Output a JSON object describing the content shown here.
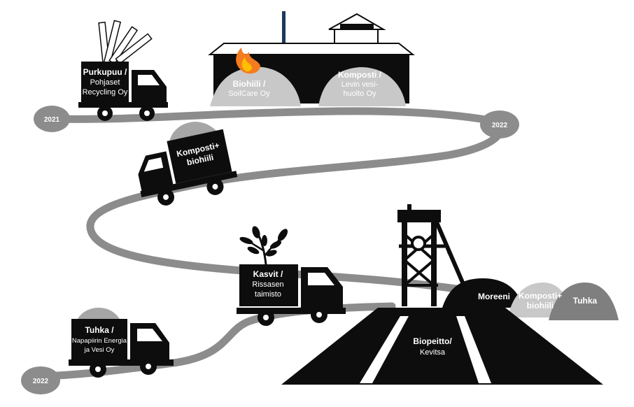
{
  "years": {
    "start": "2021",
    "turn": "2022",
    "end": "2022"
  },
  "stations": {
    "truck1": {
      "line1": "Purkupuu /",
      "line2": "Pohjaset",
      "line3": "Recycling Oy"
    },
    "building_left": {
      "line1": "Biohiili /",
      "line2": "SoilCare Oy"
    },
    "building_right": {
      "line1": "Komposti /",
      "line2": "Levin vesi-",
      "line3": "huolto Oy"
    },
    "truck2": {
      "line1": "Komposti+",
      "line2": "biohiili"
    },
    "truck3": {
      "line1": "Kasvit /",
      "line2": "Rissasen",
      "line3": "taimisto"
    },
    "truck4": {
      "line1": "Tuhka /",
      "line2": "Napapiirin Energia",
      "line3": "ja Vesi Oy"
    },
    "mine": {
      "line1": "Biopeitto/",
      "line2": "Kevitsa"
    },
    "pile1": {
      "label": "Moreeni"
    },
    "pile2": {
      "line1": "Komposti+",
      "line2": "biohiili"
    },
    "pile3": {
      "label": "Tuhka"
    }
  },
  "colors": {
    "road": "#8c8c8c",
    "dark": "#0d0d0d",
    "pile_light": "#c8c8c8",
    "pile_mid": "#a6a6a6",
    "pile_dark": "#7f7f7f",
    "flame_outer": "#f47b20",
    "flame_inner": "#ffc000"
  },
  "icons": [
    "truck-icon",
    "wood-planks-icon",
    "plant-icon",
    "flame-icon",
    "mine-headframe-icon",
    "factory-building-icon"
  ]
}
